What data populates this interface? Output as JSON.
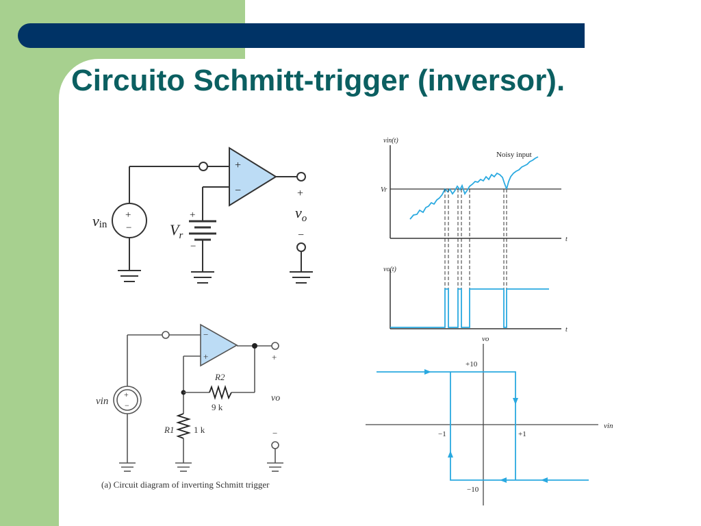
{
  "slide": {
    "title": "Circuito Schmitt-trigger (inversor).",
    "colors": {
      "band": "#a7d08f",
      "bar": "#003366",
      "title": "#0b5f61",
      "op_amp_fill": "#bcdcf5",
      "waveform": "#2aa9e0"
    }
  },
  "circuit_a": {
    "plus": "+",
    "minus": "−",
    "vin_label_base": "v",
    "vin_label_sub": "in",
    "vr_label_base": "V",
    "vr_label_sub": "r",
    "vo_label_base": "v",
    "vo_label_sub": "o"
  },
  "waveforms": {
    "vin_axis_label": "vin(t)",
    "noisy_input_label": "Noisy input",
    "vr_tick_label": "Vr",
    "t_label": "t",
    "vo_axis_label": "vo(t)"
  },
  "circuit_b": {
    "vin_label": "vin",
    "r2_label": "R2",
    "r2_value": "9 k",
    "r1_label": "R1",
    "r1_value": "1 k",
    "vo_label": "vo",
    "plus": "+",
    "minus": "−",
    "caption": "(a) Circuit diagram of inverting Schmitt trigger"
  },
  "hysteresis": {
    "y_axis_label": "vo",
    "x_axis_label": "vin",
    "y_top_label": "+10",
    "y_bottom_label": "−10",
    "x_left_label": "−1",
    "x_right_label": "+1"
  }
}
